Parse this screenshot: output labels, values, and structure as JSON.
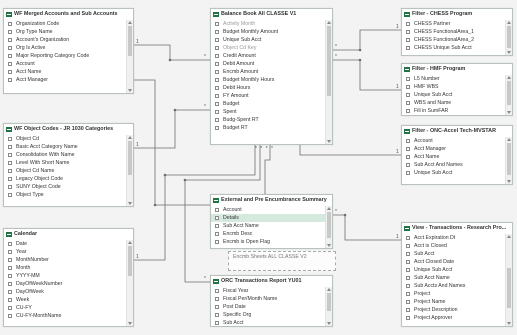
{
  "tables": [
    {
      "id": "merged",
      "title": "WF Merged Accounts and Sub Accounts",
      "fields": [
        "Organization Code",
        "Org Type Name",
        "Account's Organization",
        "Org Is Active",
        "Major Reporting Category Code",
        "Account",
        "Acct Name",
        "Acct Manager"
      ]
    },
    {
      "id": "balance",
      "title": "Balance Book All CLASSE V1",
      "fields": [
        "Activity Month",
        "Budget Monthly Amount",
        "Unique Sub Acct",
        "Object Cd Key",
        "Credit Amount",
        "Debit Amount",
        "Encmb Amount",
        "Budget Monthly Hours",
        "Debit Hours",
        "FY Amount",
        "Budget",
        "Spent",
        "Budg-Spent RT",
        "Budget RT"
      ]
    },
    {
      "id": "chess",
      "title": "Filter - CHESS Program",
      "fields": [
        "CHESS Partner",
        "CHESS FunctionalArea_1",
        "CHESS FunctionalArea_2",
        "CHESS Unique Sub Acct"
      ]
    },
    {
      "id": "hmf",
      "title": "Filter - HMF Program",
      "fields": [
        "L5 Number",
        "HMF WBS",
        "Unique Sub Acct",
        "WBS and Name",
        "Fill in SumFAR"
      ]
    },
    {
      "id": "objcodes",
      "title": "WF Object Codes - JR 1030 Categories",
      "fields": [
        "Object Cd",
        "Basic Acct Category Name",
        "Consolidation With Name",
        "Level With Short Name",
        "Object Cd Name",
        "Legacy Object Code",
        "SUNY Object Code",
        "Object Type"
      ]
    },
    {
      "id": "onc",
      "title": "Filter - ONC-Accel Tech-MVSTAR",
      "fields": [
        "Account",
        "Acct Manager",
        "Acct Name",
        "Sub Acct And Names",
        "Unique Sub Acct"
      ]
    },
    {
      "id": "external",
      "title": "External and Pre Encumbrance Summary",
      "fields": [
        "Account",
        "Details",
        "Sub Acct Name",
        "Encmb Desc",
        "Encmb is Open Flag"
      ]
    },
    {
      "id": "calendar",
      "title": "Calendar",
      "fields": [
        "Date",
        "Year",
        "MonthNumber",
        "Month",
        "YYYY-MM",
        "DayOfWeekNumber",
        "DayOfWeek",
        "Week",
        "CU-FY",
        "CU-FY-MonthName"
      ]
    },
    {
      "id": "orc",
      "title": "ORC Transactions Report YU01",
      "fields": [
        "Fiscal Year",
        "Fiscal Per/Month Name",
        "Post Date",
        "Specific Org",
        "Sub Acct"
      ]
    },
    {
      "id": "research",
      "title": "View - Transactions - Research Pro...",
      "fields": [
        "Acct Expiration Dt",
        "Acct is Closed",
        "Sub Acct",
        "Acct Closed Date",
        "Unique Sub Acct",
        "Sub Acct Name",
        "Sub Accts And Names",
        "Project",
        "Project Name",
        "Project Description",
        "Project Approver"
      ]
    }
  ],
  "ghost_label": "Encmb Sheets ALL CLASSE V2",
  "cardinality": {
    "one": "1",
    "many": "*"
  }
}
